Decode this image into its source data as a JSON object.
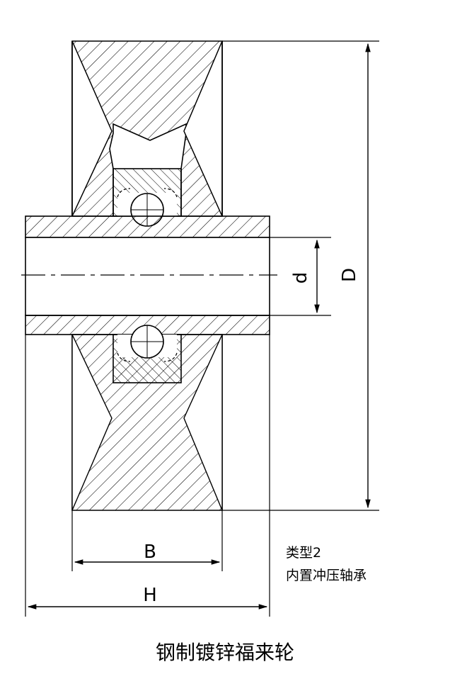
{
  "dimensions": {
    "d": "d",
    "D": "D",
    "B": "B",
    "H": "H"
  },
  "note": {
    "line1": "类型2",
    "line2": "内置冲压轴承"
  },
  "caption": "钢制镀锌福来轮",
  "colors": {
    "line": "#000000",
    "background": "#ffffff"
  }
}
